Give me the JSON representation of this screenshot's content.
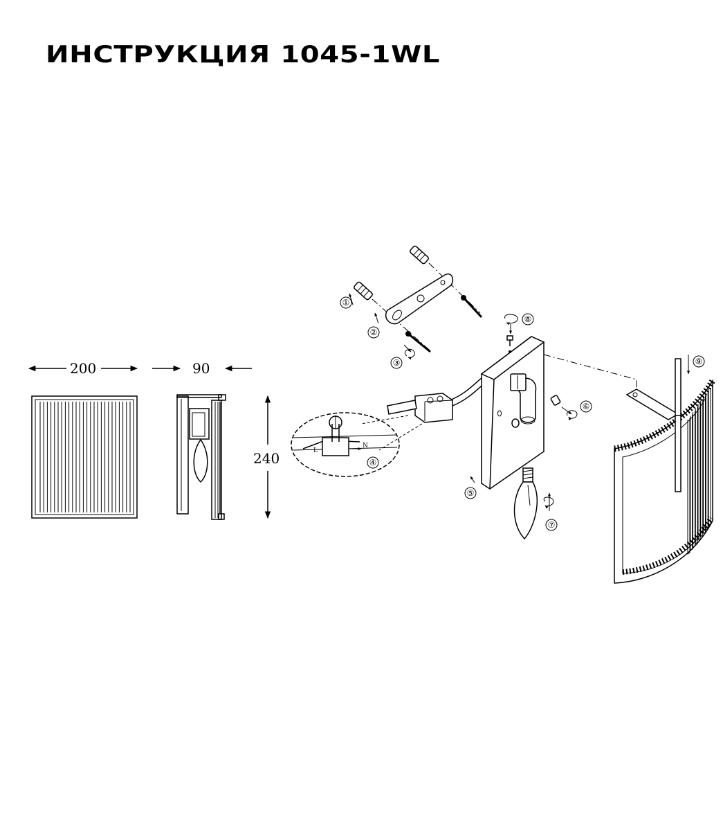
{
  "title": "ИНСТРУКЦИЯ 1045-1WL",
  "dimensions": {
    "width": "200",
    "depth": "90",
    "height": "240"
  },
  "steps": [
    "①",
    "②",
    "③",
    "④",
    "⑤",
    "⑥",
    "⑦",
    "⑧",
    "⑨"
  ],
  "wire_labels": {
    "live": "L",
    "neutral": "N"
  }
}
